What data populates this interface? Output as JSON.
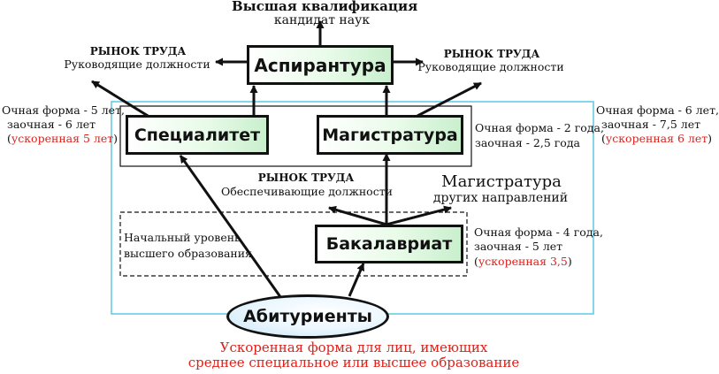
{
  "nodes": {
    "aspirantura": "Аспирантура",
    "specialitet": "Специалитет",
    "magistratura": "Магистратура",
    "bakalavriat": "Бакалавриат",
    "abiturienty": "Абитуриенты"
  },
  "top": {
    "title": "Высшая квалификация",
    "subtitle": "кандидат наук"
  },
  "market_left": {
    "title": "РЫНОК ТРУДА",
    "subtitle": "Руководящие  должности"
  },
  "market_right": {
    "title": "РЫНОК ТРУДА",
    "subtitle": "Руководящие  должности"
  },
  "market_middle": {
    "title": "РЫНОК ТРУДА",
    "subtitle": "Обеспечивающие  должности"
  },
  "other_mag": {
    "title": "Магистратура",
    "subtitle": "других направлений"
  },
  "spec_terms": {
    "line1": "Очная форма - 5 лет,",
    "line2": "заочная - 6 лет",
    "open": "(",
    "accel": "ускоренная 5 лет",
    "close": ")"
  },
  "mag_terms": {
    "line1": "Очная форма - 2 года,",
    "line2": "заочная - 2,5 года"
  },
  "right_terms": {
    "line1": "Очная форма - 6 лет,",
    "line2": "заочная - 7,5 лет",
    "open": "(",
    "accel": "ускоренная 6 лет",
    "close": ")"
  },
  "bak_terms": {
    "line1": "Очная форма - 4 года,",
    "line2": "заочная - 5 лет",
    "open": "(",
    "accel": "ускоренная 3,5",
    "close": ")"
  },
  "initial_level": {
    "line1": "Начальный уровень",
    "line2": "высшего образования"
  },
  "footnote": {
    "line1": "Ускоренная форма для лиц, имеющих",
    "line2": "среднее специальное или высшее образование"
  },
  "colors": {
    "accent_red": "#e0201a",
    "frame_cyan": "#5bc8e0",
    "ink": "#111111"
  }
}
